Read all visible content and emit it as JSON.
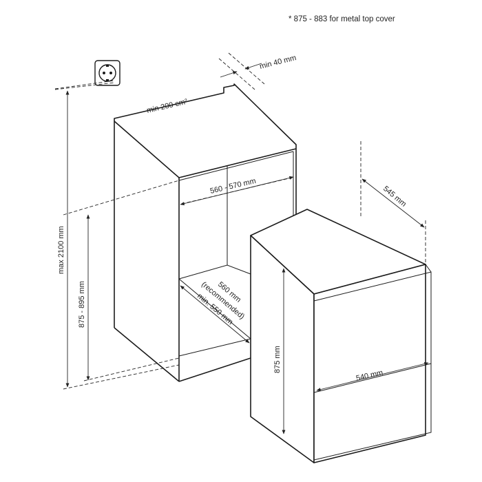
{
  "note": "* 875 - 883 for metal top cover",
  "dimensions": {
    "socket_gap": "min 40 mm",
    "vent_area": "min 200 cm²",
    "niche_width": "560 - 570 mm",
    "niche_depth_a": "560 mm",
    "niche_depth_b": "(recommended)",
    "niche_depth_c": "min. 550 mm",
    "niche_height": "875 - 895 mm",
    "max_height": "max 2100 mm",
    "appliance_depth": "545 mm",
    "appliance_height": "875 mm",
    "appliance_width": "540 mm"
  },
  "icons": {
    "socket": "power-socket-icon"
  }
}
